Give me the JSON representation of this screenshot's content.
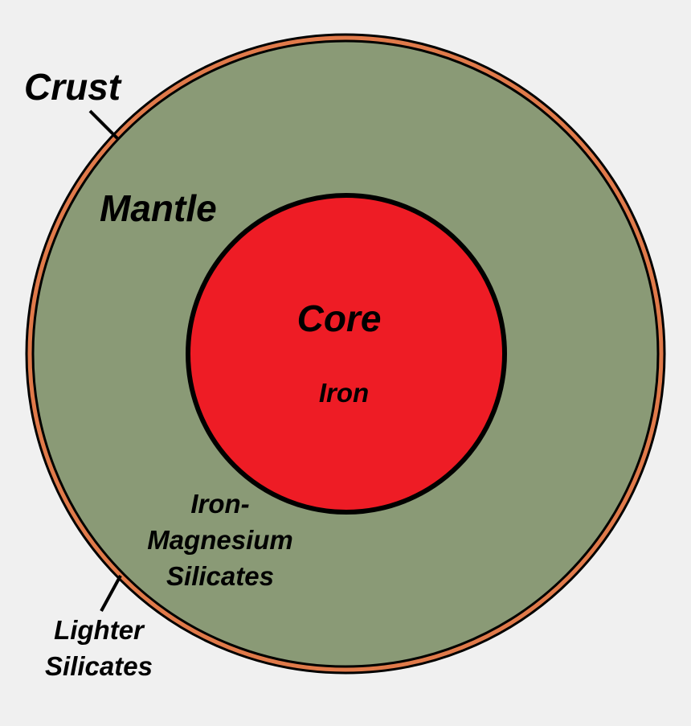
{
  "diagram": {
    "layers": {
      "crust": {
        "label": "Crust",
        "composition": [
          "Lighter",
          "Silicates"
        ]
      },
      "mantle": {
        "label": "Mantle",
        "composition": [
          "Iron-",
          "Magnesium",
          "Silicates"
        ]
      },
      "core": {
        "label": "Core",
        "composition": [
          "Iron"
        ]
      }
    },
    "colors": {
      "background": "#f0f0f0",
      "crust": "#e07a4a",
      "mantle": "#8a9a76",
      "core": "#ee1c25",
      "outline": "#000000"
    }
  }
}
